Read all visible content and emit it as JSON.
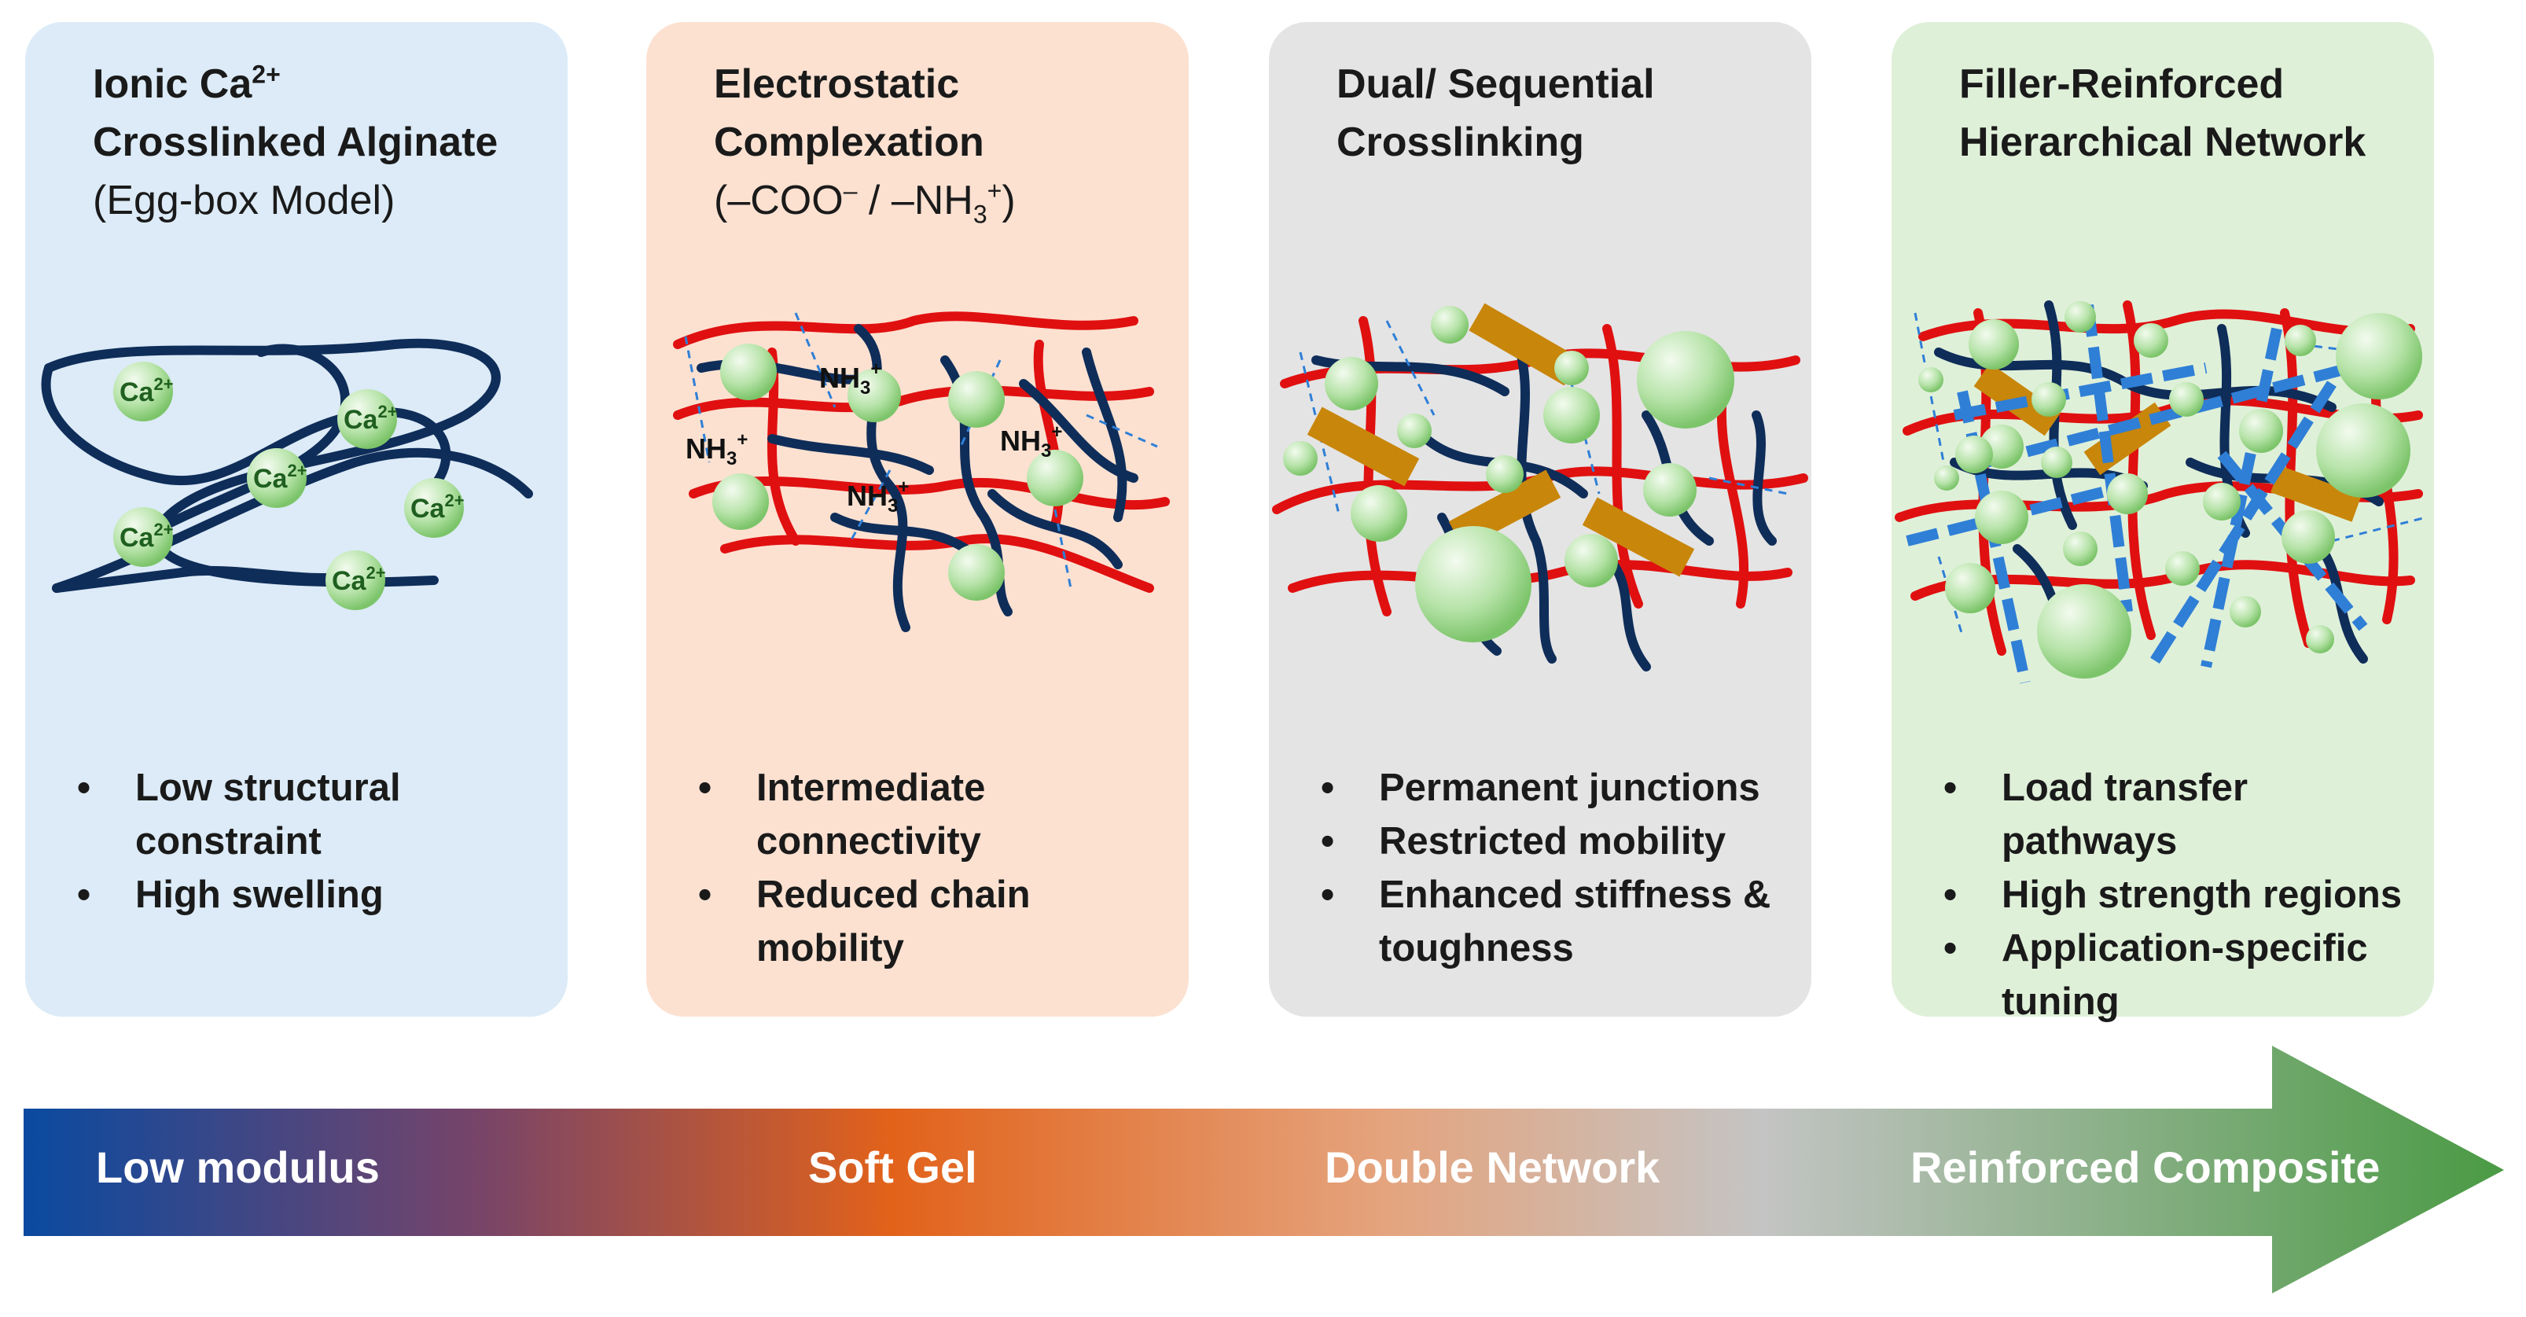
{
  "colors": {
    "panel1": "#dcebf7",
    "panel2": "#fce1d1",
    "panel3": "#e4e4e4",
    "panel4": "#dff0d9",
    "chain_navy": "#0f2d59",
    "chain_red": "#e01010",
    "bead_green": "#b6e3a8",
    "bar_gold": "#c8860a",
    "dash_blue": "#2f7fd6",
    "arrow_start": "#0a4aa0",
    "arrow_mid": "#e2621a",
    "arrow_gray": "#c4c4c4",
    "arrow_end": "#4a9a44"
  },
  "panels": [
    {
      "title_line1": "Ionic Ca",
      "title_line1_sup": "2+",
      "title_line2": "Crosslinked Alginate",
      "title_line3": "(Egg-box Model)",
      "ion_label": "Ca",
      "ion_charge": "2+",
      "bullets": [
        "Low structural constraint",
        "High swelling"
      ]
    },
    {
      "title_line1": "Electrostatic",
      "title_line2": "Complexation",
      "title_line3_a": "(–COO",
      "title_line3_a_sup": "–",
      "title_line3_b": " / –NH",
      "title_line3_b_sub": "3",
      "title_line3_b_sup": "+",
      "title_line3_c": ")",
      "group_label": "NH",
      "group_sub": "3",
      "group_sup": "+",
      "bullets": [
        "Intermediate connectivity",
        "Reduced chain mobility"
      ]
    },
    {
      "title_line1": "Dual/ Sequential",
      "title_line2": "Crosslinking",
      "bullets": [
        "Permanent junctions",
        "Restricted mobility",
        "Enhanced stiffness & toughness"
      ]
    },
    {
      "title_line1": "Filler-Reinforced",
      "title_line2": "Hierarchical Network",
      "bullets": [
        "Load transfer pathways",
        "High strength regions",
        "Application-specific tuning"
      ]
    }
  ],
  "stages": [
    "Low modulus",
    "Soft Gel",
    "Double Network",
    "Reinforced Composite"
  ],
  "icons": {
    "bullet": "•"
  }
}
